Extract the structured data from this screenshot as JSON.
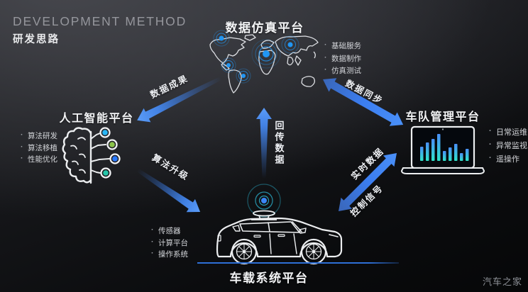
{
  "header": {
    "title_en": "DEVELOPMENT METHOD",
    "title_cn": "研发思路"
  },
  "watermark": "汽车之家",
  "platforms": {
    "simulation": {
      "title": "数据仿真平台",
      "bullets": [
        "基础服务",
        "数据制作",
        "仿真测试"
      ]
    },
    "ai": {
      "title": "人工智能平台",
      "bullets": [
        "算法研发",
        "算法移植",
        "性能优化"
      ]
    },
    "fleet": {
      "title": "车队管理平台",
      "bullets": [
        "日常运维",
        "异常监视",
        "遥操作"
      ]
    },
    "vehicle": {
      "title": "车载系统平台",
      "bullets": [
        "传感器",
        "计算平台",
        "操作系统"
      ]
    }
  },
  "arrows": {
    "data_results": "数据成果",
    "data_sync": "数据同步",
    "upload_data": "回传数据",
    "algorithm_upgrade": "算法升级",
    "realtime_data": "实时数据",
    "control_signal": "控制信号"
  },
  "colors": {
    "arrow_blue": "#4a90f8",
    "accent_line": "#2e6fd6",
    "radar_blue": "#2196f3",
    "lidar_teal": "#2aa9c4",
    "node_cyan": "#29b6f6",
    "node_green": "#8bc34a",
    "node_blue": "#2979ff",
    "node_teal": "#26c6a9",
    "bar_top": "#4a8ef8",
    "bar_bottom": "#2fe3c9"
  },
  "laptop_chart_bars": [
    20,
    26,
    31,
    38,
    14,
    19,
    24,
    11,
    17
  ]
}
